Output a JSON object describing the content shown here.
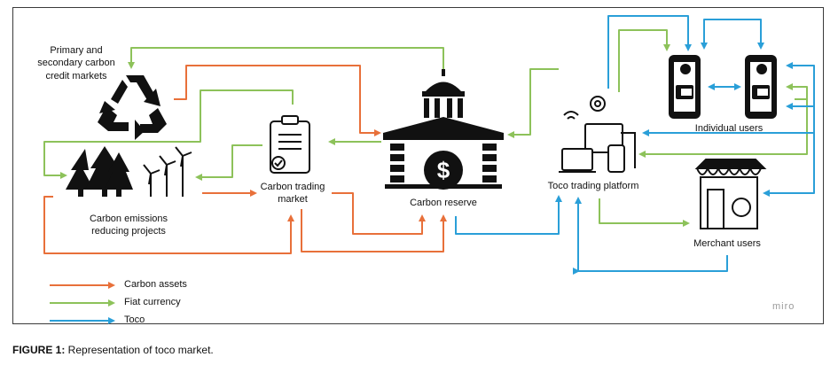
{
  "nodes": {
    "credit_markets": "Primary and secondary carbon credit markets",
    "emission_projects": "Carbon emissions reducing projects",
    "trading_market": "Carbon trading market",
    "carbon_reserve": "Carbon reserve",
    "toco_platform": "Toco trading platform",
    "individual_users": "Individual users",
    "merchant_users": "Merchant users"
  },
  "legend": [
    {
      "label": "Carbon assets",
      "color": "#e8703a"
    },
    {
      "label": "Fiat currency",
      "color": "#8dc25a"
    },
    {
      "label": "Toco",
      "color": "#2a9fd8"
    }
  ],
  "watermark": "miro",
  "caption": {
    "prefix": "FIGURE 1:",
    "text": " Representation of toco market."
  }
}
